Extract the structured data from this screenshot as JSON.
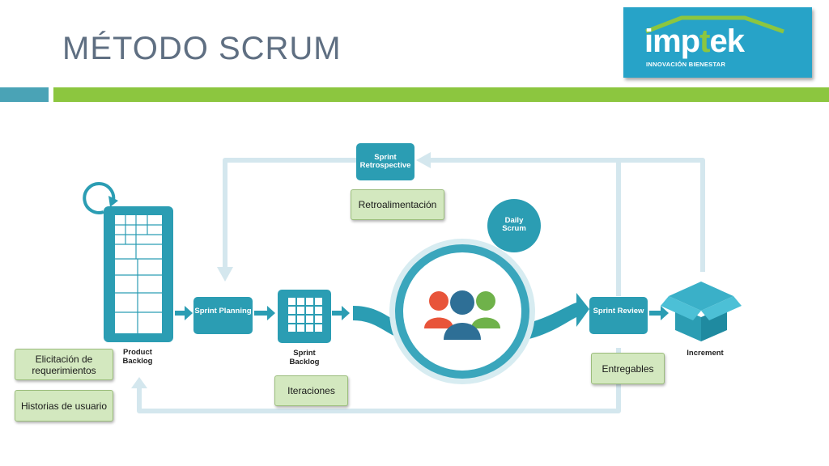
{
  "slide": {
    "title": "MÉTODO SCRUM"
  },
  "logo": {
    "word_left": "imp",
    "word_accent": "t",
    "word_right": "ek",
    "tagline": "INNOVACIÓN   BIENESTAR"
  },
  "diagram": {
    "nodes": {
      "sprint_retrospective": "Sprint Retrospective",
      "sprint_planning": "Sprint Planning",
      "sprint_review": "Sprint Review",
      "daily_scrum": "Daily Scrum"
    },
    "captions": {
      "product_backlog": "Product Backlog",
      "sprint_backlog": "Sprint Backlog",
      "increment": "Increment"
    },
    "notes": {
      "retroalimentacion": "Retroalimentación",
      "elicitacion": "Elicitación de requerimientos",
      "historias": "Historias de usuario",
      "iteraciones": "Iteraciones",
      "entregables": "Entregables"
    }
  },
  "colors": {
    "teal": "#2b9db3",
    "loop": "#d4e7ee",
    "accent_green": "#8cc63f",
    "bar_teal": "#4aa3b6",
    "note_fill": "#d3e8bf"
  }
}
